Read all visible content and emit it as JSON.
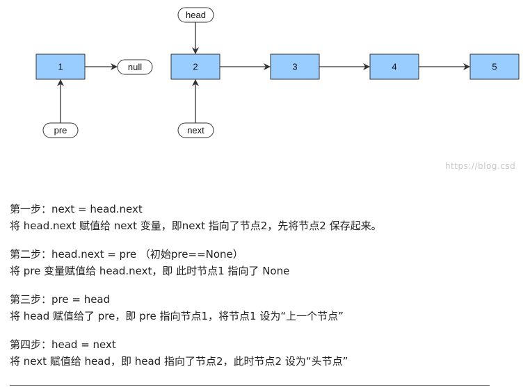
{
  "diagram": {
    "nodes": [
      {
        "id": "n1",
        "label": "1"
      },
      {
        "id": "n2",
        "label": "2"
      },
      {
        "id": "n3",
        "label": "3"
      },
      {
        "id": "n4",
        "label": "4"
      },
      {
        "id": "n5",
        "label": "5"
      }
    ],
    "pointers": [
      {
        "id": "null",
        "label": "null"
      },
      {
        "id": "head",
        "label": "head"
      },
      {
        "id": "pre",
        "label": "pre"
      },
      {
        "id": "next",
        "label": "next"
      }
    ],
    "edges": [
      {
        "from": "n1",
        "to": "null"
      },
      {
        "from": "n2",
        "to": "n3"
      },
      {
        "from": "n3",
        "to": "n4"
      },
      {
        "from": "n4",
        "to": "n5"
      },
      {
        "from": "head",
        "to": "n2"
      },
      {
        "from": "pre",
        "to": "n1"
      },
      {
        "from": "next",
        "to": "n2"
      }
    ],
    "colors": {
      "node_fill": "#99ccff",
      "stroke": "#333333"
    }
  },
  "watermark": "https://blog.csd",
  "steps": [
    {
      "title": "第一步：next = head.next",
      "desc": "将 head.next 赋值给 next 变量，即next 指向了节点2，先将节点2 保存起来。"
    },
    {
      "title": "第二步：head.next = pre （初始pre==None）",
      "desc": "将 pre 变量赋值给 head.next，即 此时节点1 指向了 None"
    },
    {
      "title": "第三步：pre = head",
      "desc": "将 head 赋值给了 pre，即 pre 指向节点1，将节点1 设为“上一个节点”"
    },
    {
      "title": "第四步：head = next",
      "desc": "将 next 赋值给 head，即 head 指向了节点2，此时节点2 设为“头节点”"
    }
  ]
}
